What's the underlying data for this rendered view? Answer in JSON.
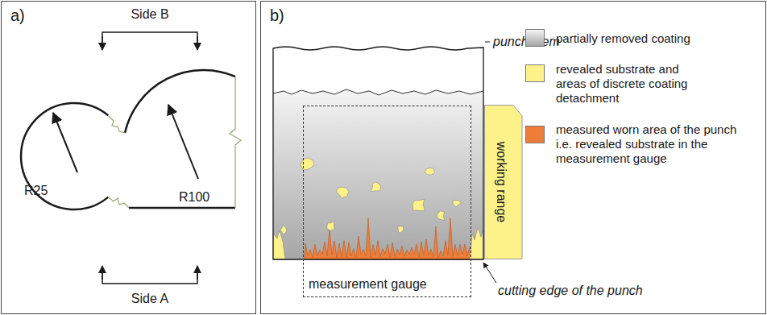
{
  "diagram": {
    "nodes": [
      {
        "text": [
          "a)"
        ]
      },
      {
        "text": [
          "b)"
        ]
      },
      {
        "text": [
          "measurement gauge"
        ],
        "in": 1
      },
      {
        "text": [
          "working range"
        ],
        "in": 1
      }
    ],
    "labels": [
      "Side B",
      "Side A",
      "R25",
      "R100",
      "punch stem",
      "cutting edge of the punch"
    ],
    "legend": [
      {
        "text": "partially removed coating",
        "color": "#a6a6a6"
      },
      {
        "text": "revealed substrate and areas of discrete coating detachment",
        "color": "#fdf28a"
      },
      {
        "text": "measured worn area of the punch i.e. revealed substrate in the measurement gauge",
        "color": "#ef7d3a"
      }
    ]
  }
}
